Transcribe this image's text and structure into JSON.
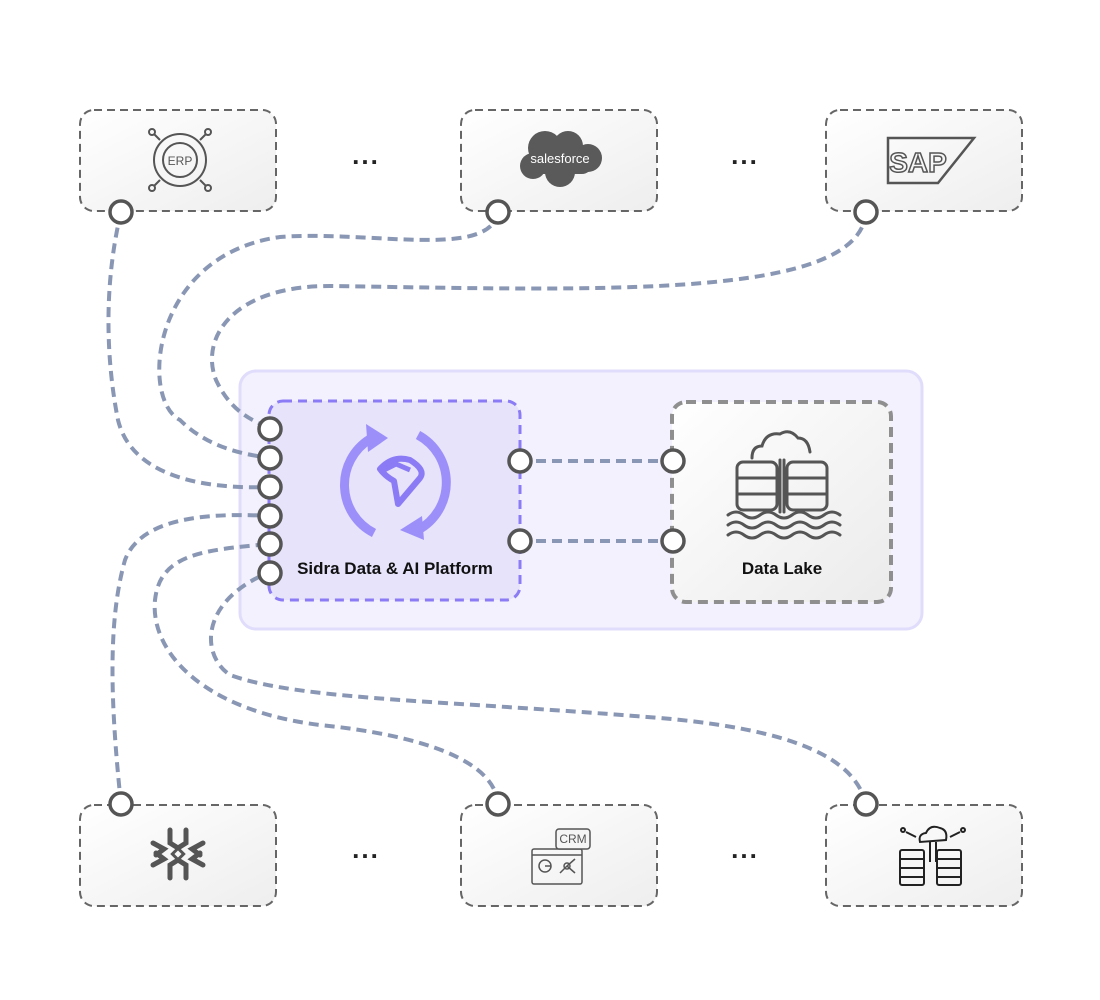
{
  "diagram": {
    "title": "Sidra Data & AI Platform integration",
    "colors": {
      "connector": "#8a97b4",
      "port_stroke": "#555555",
      "port_fill": "#ffffff",
      "node_border": "#666666",
      "platform_accent": "#8b7bf5",
      "platform_fill": "#e6e3fb",
      "container_fill": "#f3f1fd",
      "container_border": "#e0dcfb",
      "datalake_border": "#8f8f8f",
      "icon_gray": "#555555"
    },
    "sources_top": [
      {
        "id": "erp",
        "label": "ERP",
        "icon": "erp-gear-icon"
      },
      {
        "id": "salesforce",
        "label": "salesforce",
        "icon": "salesforce-cloud-icon"
      },
      {
        "id": "sap",
        "label": "SAP",
        "icon": "sap-logo-icon"
      }
    ],
    "sources_bottom": [
      {
        "id": "snowflake",
        "label": "",
        "icon": "snowflake-icon"
      },
      {
        "id": "crm",
        "label": "CRM",
        "icon": "crm-dashboard-icon"
      },
      {
        "id": "cloud-servers",
        "label": "",
        "icon": "cloud-servers-icon"
      }
    ],
    "ellipsis": "...",
    "platform": {
      "label": "Sidra Data & AI Platform",
      "icon": "sidra-sync-icon"
    },
    "data_lake": {
      "label": "Data Lake",
      "icon": "data-lake-icon"
    },
    "connections": [
      {
        "from": "erp",
        "to": "platform-port-3"
      },
      {
        "from": "salesforce",
        "to": "platform-port-2"
      },
      {
        "from": "sap",
        "to": "platform-port-1"
      },
      {
        "from": "snowflake",
        "to": "platform-port-4"
      },
      {
        "from": "crm",
        "to": "platform-port-5"
      },
      {
        "from": "cloud-servers",
        "to": "platform-port-6"
      },
      {
        "from": "platform-out-1",
        "to": "datalake-in-1"
      },
      {
        "from": "platform-out-2",
        "to": "datalake-in-2"
      }
    ]
  }
}
